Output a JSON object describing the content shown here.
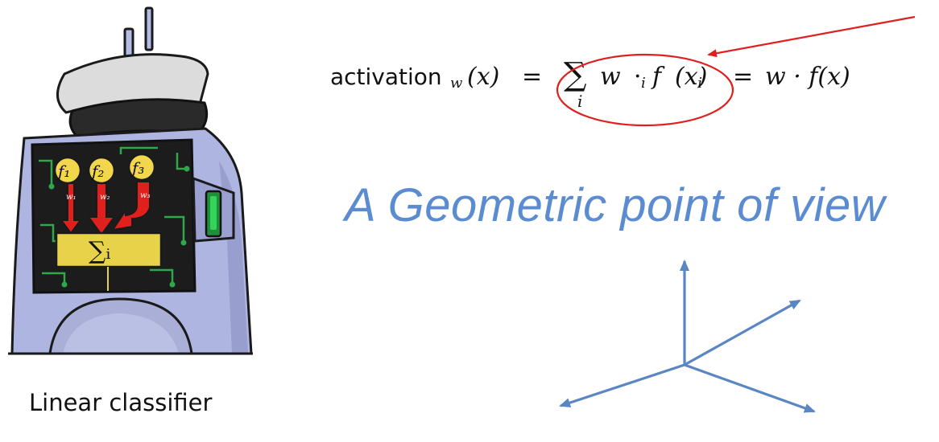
{
  "formula": {
    "activation_word": "activation",
    "activation_subscript": "w",
    "arg_x": "(x)",
    "equals_1": "=",
    "sigma": "∑",
    "sigma_index": "i",
    "term_w": "w",
    "term_w_subscript": "i",
    "dot_1": "·",
    "term_f": "f",
    "term_f_subscript": "i",
    "term_f_arg": "(x)",
    "equals_2": "=",
    "rhs": "w · f(x)"
  },
  "headline": "A Geometric point of view",
  "caption": "Linear classifier",
  "robot": {
    "features": [
      "f₁",
      "f₂",
      "f₃"
    ],
    "weights": [
      "w₁",
      "w₂",
      "w₃"
    ],
    "sum_label": "∑ᵢ"
  },
  "colors": {
    "headline": "#5b8bd0",
    "axes": "#5b86c4",
    "annotation": "#e02020",
    "robot_body": "#aeb5e0",
    "robot_screen": "#1a1a1a",
    "circuit": "#2fa84a",
    "feature_bulb": "#f2d64b",
    "weight_arrow": "#e0201c",
    "sum_box": "#e8d24a",
    "indicator": "#34d35a",
    "hat": "#d9d9d9"
  }
}
